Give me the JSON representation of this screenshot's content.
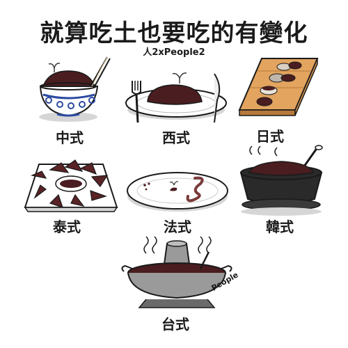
{
  "title": "就算吃土也要吃的有變化",
  "credit": "人2xPeople2",
  "signature": "People",
  "styles": [
    {
      "label": "中式",
      "dish": "bowl-with-chopsticks"
    },
    {
      "label": "西式",
      "dish": "plate-with-fork-and-knife"
    },
    {
      "label": "日式",
      "dish": "wooden-sushi-board"
    },
    {
      "label": "泰式",
      "dish": "plate-with-leaf-wraps"
    },
    {
      "label": "法式",
      "dish": "fine-dining-plate"
    },
    {
      "label": "韓式",
      "dish": "stone-pot"
    },
    {
      "label": "台式",
      "dish": "hot-pot"
    }
  ],
  "colors": {
    "dirt": "#4a1d20",
    "dirt_light": "#7a3a3a",
    "plate_shadow": "#cfcfcf",
    "wood": "#e2a45f",
    "wood_dark": "#b57a3a",
    "porcelain_blue": "#2b4aa0",
    "ink": "#1a1a1a",
    "sprout": "#3a3a3a",
    "pot_gray": "#9a9a9a",
    "pot_dark": "#2a2a2a"
  }
}
